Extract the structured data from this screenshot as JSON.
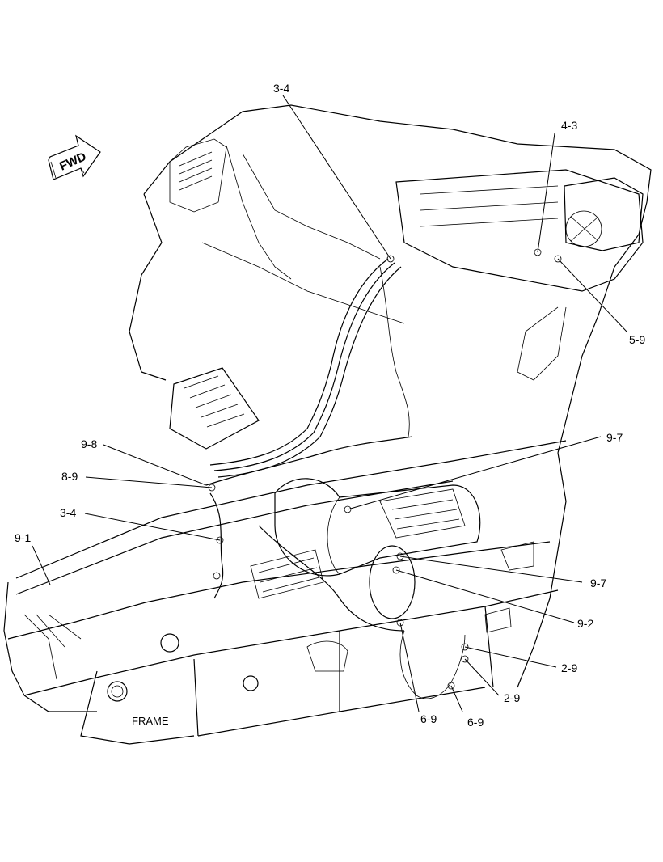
{
  "diagram": {
    "direction_label": "FWD",
    "frame_label": "FRAME",
    "callouts": [
      {
        "id": "c-3-4-top",
        "text": "3-4"
      },
      {
        "id": "c-4-3",
        "text": "4-3"
      },
      {
        "id": "c-5-9",
        "text": "5-9"
      },
      {
        "id": "c-9-7-upper",
        "text": "9-7"
      },
      {
        "id": "c-9-8",
        "text": "9-8"
      },
      {
        "id": "c-8-9",
        "text": "8-9"
      },
      {
        "id": "c-3-4-mid",
        "text": "3-4"
      },
      {
        "id": "c-9-1",
        "text": "9-1"
      },
      {
        "id": "c-9-7-lower",
        "text": "9-7"
      },
      {
        "id": "c-9-2",
        "text": "9-2"
      },
      {
        "id": "c-2-9-upper",
        "text": "2-9"
      },
      {
        "id": "c-2-9-lower",
        "text": "2-9"
      },
      {
        "id": "c-6-9-left",
        "text": "6-9"
      },
      {
        "id": "c-6-9-right",
        "text": "6-9"
      }
    ]
  }
}
